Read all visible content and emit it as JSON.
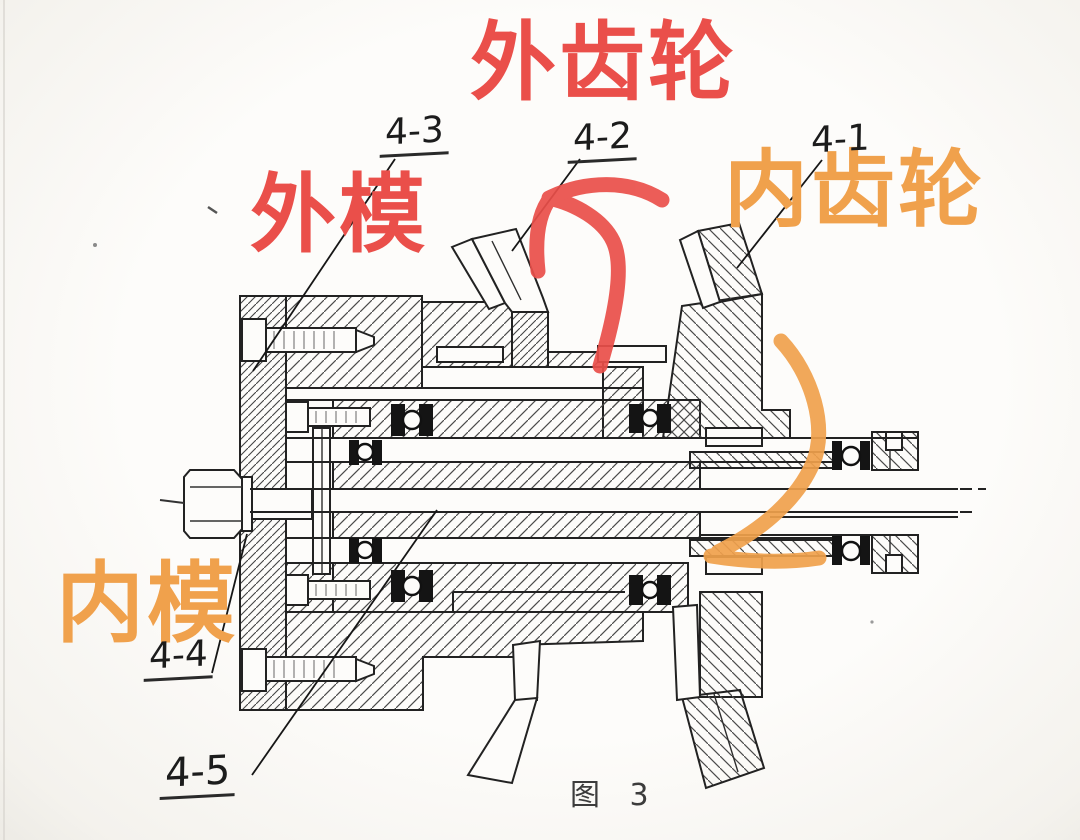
{
  "figure": {
    "caption": "图 3"
  },
  "annotations": {
    "outer_gear": "外齿轮",
    "inner_gear": "内齿轮",
    "outer_mold": "外模",
    "inner_mold": "内模"
  },
  "part_labels": [
    {
      "text": "4-1"
    },
    {
      "text": "4-2"
    },
    {
      "text": "4-3"
    },
    {
      "text": "4-4"
    },
    {
      "text": "4-5"
    }
  ],
  "colors": {
    "red_marker": "#ea4f4a",
    "orange_marker": "#f0a14c",
    "ink": "#222222",
    "paper": "#fdfcfa"
  }
}
